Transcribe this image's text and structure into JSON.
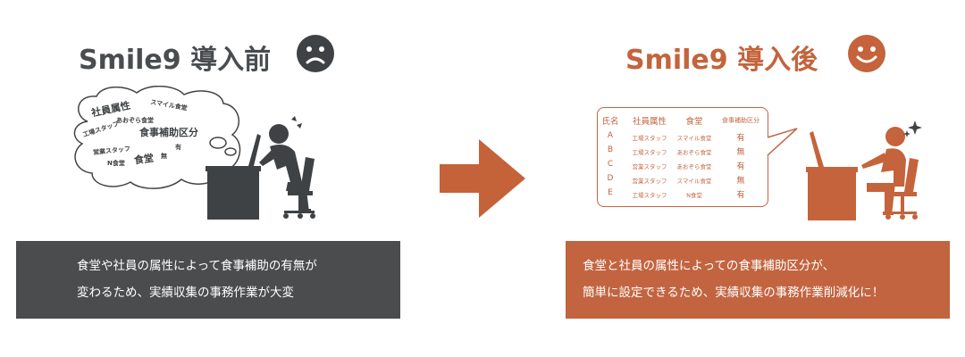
{
  "before": {
    "title": "Smile9 導入前",
    "face": "sad",
    "cloud_words": [
      "社員属性",
      "スマイル食堂",
      "あおぞら食堂",
      "工場スタッフ",
      "食事補助区分",
      "営業スタッフ",
      "N食堂",
      "食堂",
      "無",
      "有"
    ],
    "caption_lines": [
      "食堂や社員の属性によって食事補助の有無が",
      "変わるため、実績収集の事務作業が大変"
    ]
  },
  "after": {
    "title": "Smile9 導入後",
    "face": "happy",
    "table": {
      "headers": [
        "氏名",
        "社員属性",
        "食堂",
        "食事補助区分"
      ],
      "rows": [
        [
          "A",
          "工場スタッフ",
          "スマイル食堂",
          "有"
        ],
        [
          "B",
          "工場スタッフ",
          "あおぞら食堂",
          "無"
        ],
        [
          "C",
          "営業スタッフ",
          "あおぞら食堂",
          "有"
        ],
        [
          "D",
          "営業スタッフ",
          "スマイル食堂",
          "無"
        ],
        [
          "E",
          "工場スタッフ",
          "N食堂",
          "有"
        ]
      ]
    },
    "caption_lines": [
      "食堂と社員の属性によっての食事補助区分が、",
      "簡単に設定できるため、実績収集の事務作業削減化に！"
    ]
  },
  "colors": {
    "before": "#4a4c4e",
    "after": "#c26440",
    "arrow": "#c4623a"
  }
}
